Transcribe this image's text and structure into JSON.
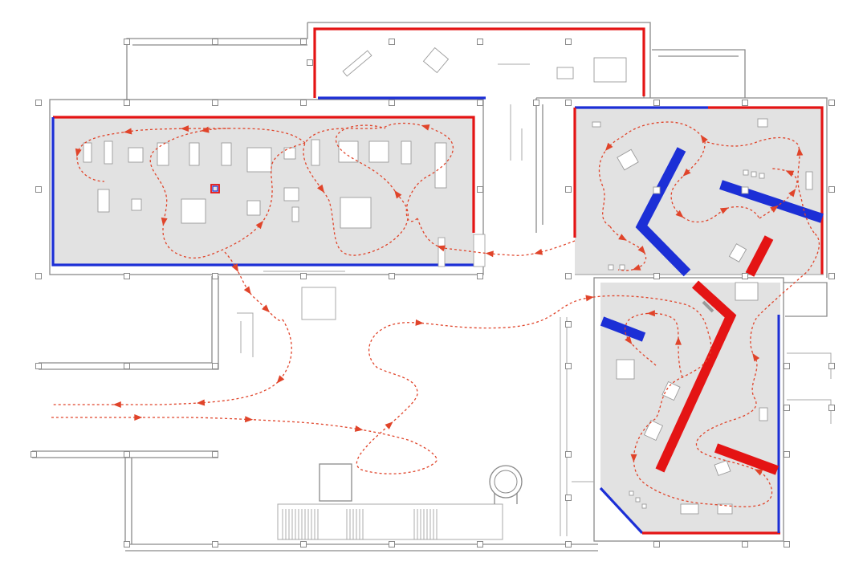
{
  "colors": {
    "background": "#ffffff",
    "wall": "#8a8a8a",
    "room_fill": "#e2e2e2",
    "red_wall": "#e41414",
    "blue_wall": "#1c2fd6",
    "circulation_path": "#e0442a",
    "exhibit": "#ffffff"
  },
  "legend": {},
  "layers": {
    "rooms": [
      "gallery-west",
      "gallery-east-upper",
      "gallery-east-lower",
      "north-annex"
    ],
    "walls": [
      "red-wall",
      "blue-wall"
    ],
    "features": [
      "exhibit-block",
      "circulation-path",
      "direction-arrow",
      "structural-pillar",
      "stair",
      "round-turret"
    ]
  }
}
